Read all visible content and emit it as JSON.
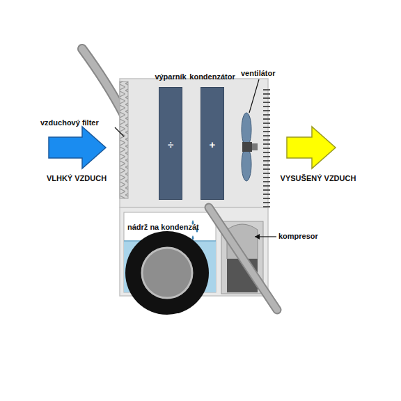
{
  "diagram": {
    "nodes": [
      {
        "text": [
          "výparník",
          "÷"
        ]
      },
      {
        "text": [
          "kondenzátor",
          "+"
        ]
      },
      {
        "text": [
          "nádrž na kondenzát"
        ]
      }
    ],
    "labels": [
      "vzduchový filter",
      "ventilátor",
      "VLHKÝ VZDUCH",
      "VYSUŠENÝ VZDUCH",
      "kompresor"
    ]
  }
}
